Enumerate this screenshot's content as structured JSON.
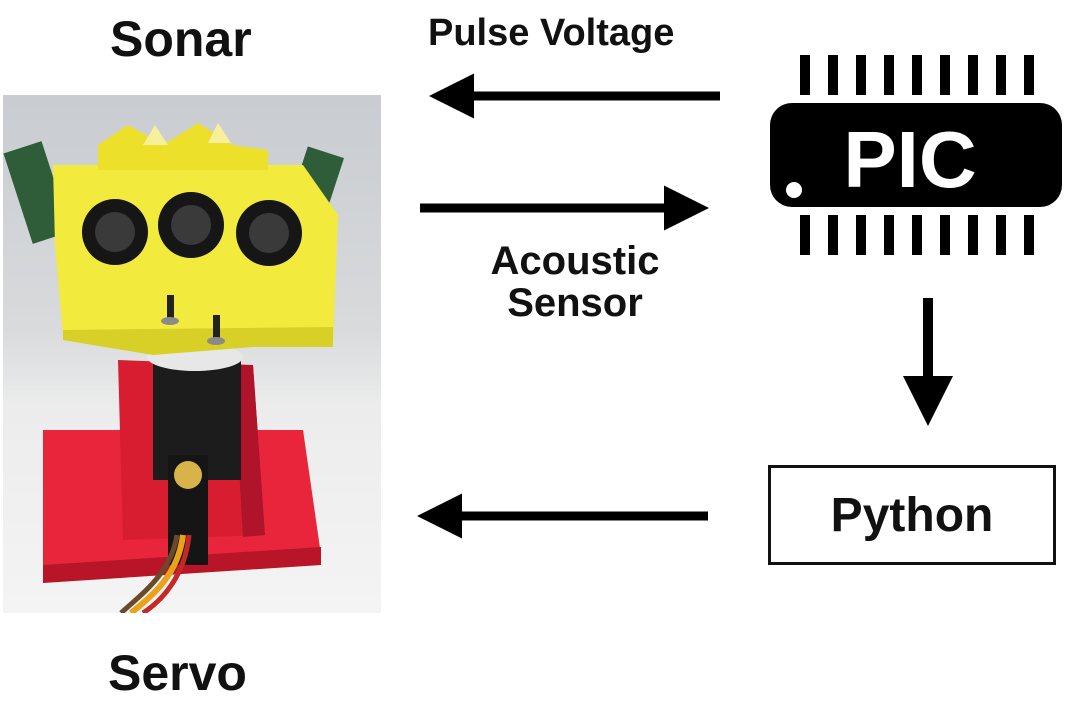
{
  "labels": {
    "sonar": "Sonar",
    "servo": "Servo",
    "pulse_voltage": "Pulse Voltage",
    "acoustic_sensor": "Acoustic Sensor",
    "pic": "PIC",
    "python": "Python"
  },
  "colors": {
    "arrow": "#000000",
    "chip_body": "#000000",
    "sonar_body": "#f2ea3c",
    "servo_base": "#e8253a",
    "background": "#ffffff"
  },
  "icons": {
    "chip": "microcontroller-chip-icon",
    "robot": "sonar-servo-photo"
  }
}
